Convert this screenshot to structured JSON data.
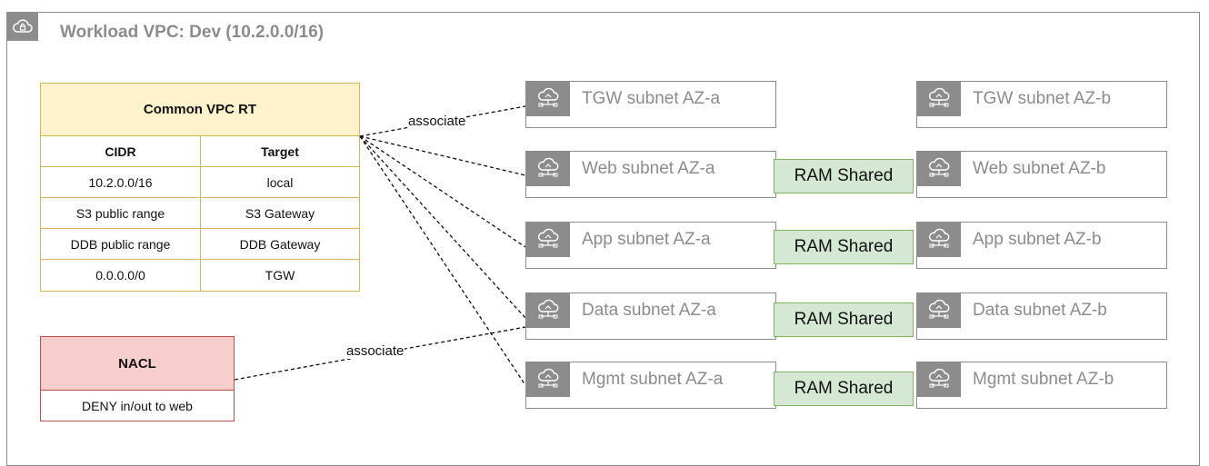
{
  "vpc": {
    "title": "Workload VPC: Dev (10.2.0.0/16)",
    "icon": "vpc-lock-cloud-icon"
  },
  "route_table": {
    "title": "Common VPC RT",
    "columns": [
      "CIDR",
      "Target"
    ],
    "rows": [
      [
        "10.2.0.0/16",
        "local"
      ],
      [
        "S3 public range",
        "S3 Gateway"
      ],
      [
        "DDB public range",
        "DDB Gateway"
      ],
      [
        "0.0.0.0/0",
        "TGW"
      ]
    ],
    "colors": {
      "header_fill": "#fff2cc",
      "border": "#d6b656"
    }
  },
  "nacl": {
    "title": "NACL",
    "rule": "DENY in/out to web",
    "colors": {
      "header_fill": "#f8cecc",
      "border": "#b85450"
    }
  },
  "edges": {
    "rt_label": "associate",
    "nacl_label": "associate"
  },
  "subnets": {
    "az_a": [
      "TGW subnet AZ-a",
      "Web subnet AZ-a",
      "App subnet AZ-a",
      "Data subnet AZ-a",
      "Mgmt subnet AZ-a"
    ],
    "az_b": [
      "TGW subnet AZ-b",
      "Web subnet AZ-b",
      "App subnet AZ-b",
      "Data subnet AZ-b",
      "Mgmt subnet AZ-b"
    ],
    "icon": "subnet-cloud-icon"
  },
  "ram": {
    "label": "RAM Shared",
    "colors": {
      "fill": "#d5e8d4",
      "border": "#82b366"
    }
  }
}
